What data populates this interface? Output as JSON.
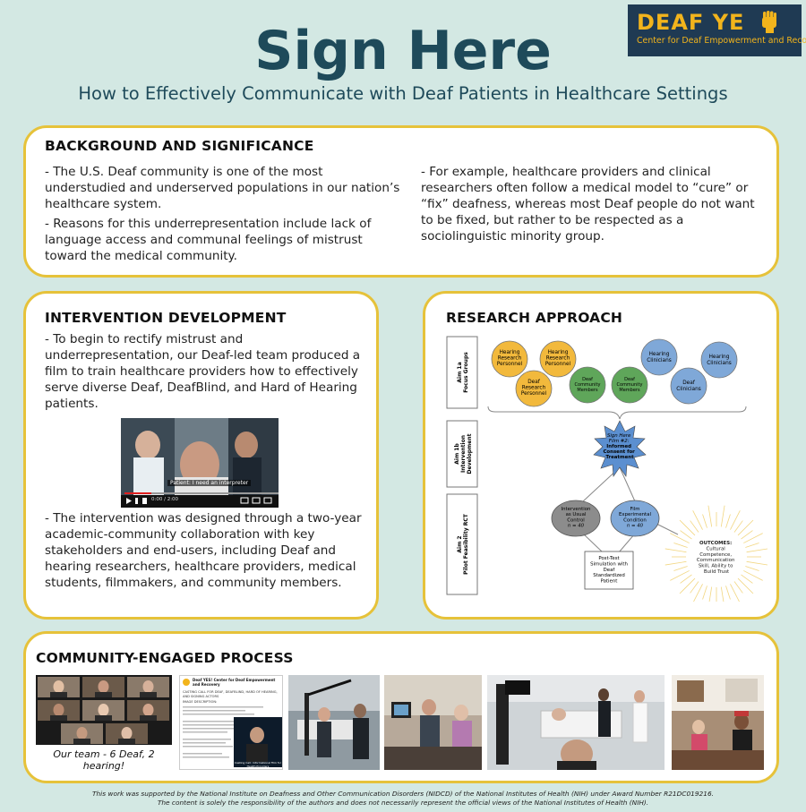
{
  "header": {
    "title": "Sign Here",
    "subtitle": "How to Effectively Communicate with Deaf Patients in Healthcare Settings"
  },
  "logo": {
    "word": "DEAF YE",
    "subtitle": "Center for Deaf Empowerment and Recovery",
    "icon": "raised-fist-icon"
  },
  "background": {
    "title": "BACKGROUND AND SIGNIFICANCE",
    "left": [
      "- The U.S. Deaf community is one of the most understudied and underserved populations in our nation’s healthcare system.",
      "- Reasons for this underrepresentation include lack of language access and communal feelings of mistrust toward the medical community."
    ],
    "right": [
      "- For example, healthcare providers and clinical researchers often follow a medical model to “cure” or “fix” deafness, whereas most Deaf people do not want to be fixed, but rather to be respected as a sociolinguistic minority group."
    ]
  },
  "intervention": {
    "title": "INTERVENTION DEVELOPMENT",
    "p1": "- To begin to rectify mistrust and underrepresentation, our Deaf-led team produced a film to train healthcare providers how to effectively serve diverse Deaf, DeafBlind, and Hard of Hearing patients.",
    "p2": "- The intervention was designed through a two-year academic-community collaboration with key stakeholders and end-users, including Deaf and hearing researchers, healthcare providers, medical students, filmmakers, and community members.",
    "video_caption": "Patient: I need an interpreter",
    "video_time": "0:00 / 2:00"
  },
  "research": {
    "title": "RESEARCH APPROACH",
    "aims": [
      "Aim 1a\nFocus Groups",
      "Aim 1b\nIntervention\nDevelopment",
      "Aim 2\nPilot Feasibility RCT"
    ],
    "nodes": {
      "hearing_research_1": "Hearing\nResearch\nPersonnel",
      "hearing_research_2": "Hearing\nResearch\nPersonnel",
      "deaf_research": "Deaf\nResearch\nPersonnel",
      "deaf_community_1": "Deaf\nCommunity\nMembers",
      "deaf_community_2": "Deaf\nCommunity\nMembers",
      "hearing_clinicians_1": "Hearing\nClinicians",
      "hearing_clinicians_2": "Hearing\nClinicians",
      "deaf_clinicians": "Deaf\nClinicians",
      "film": "Sign Here\nFilm #2:\nInformed\nConsent for\nTreatment",
      "control": "Intervention\nas Usual\nControl\nn = 40",
      "experimental": "Film\nExperimental\nCondition\nn = 40",
      "posttest": "Post-Test\nSimulation with\nDeaf\nStandardized\nPatient",
      "outcomes": "OUTCOMES:\nCultural\nCompetence,\nCommunication\nSkill, Ability to\nBuild Trust"
    },
    "colors": {
      "orange": "#f2b93c",
      "green": "#5fa65a",
      "blue": "#7fa8d8",
      "star": "#5b8fd0",
      "gray": "#8c8c8c"
    }
  },
  "community": {
    "title": "COMMUNITY-ENGAGED PROCESS",
    "caption": "Our team - 6 Deaf, 2 hearing!",
    "post": {
      "org": "Deaf YES! Center for Deaf Empowerment and Recovery",
      "line1": "CASTING CALL FOR DEAF, DEAFBLIND, HARD OF HEARING, AND SIGNING ACTORS",
      "line2": "IMAGE DESCRIPTION:",
      "video_title": "Casting Call: Informational Film for Health Providers"
    }
  },
  "footer": {
    "line1": "This work was supported by the National Institute on Deafness and Other Communication Disorders (NIDCD) of the National Institutes of Health (NIH) under Award Number R21DC019216.",
    "line2": "The content is solely the responsibility of the authors and does not necessarily represent the official views of the National Institutes of Health (NIH)."
  }
}
